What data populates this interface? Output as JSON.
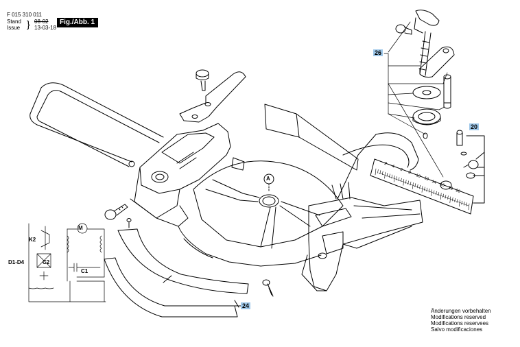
{
  "header": {
    "doc_number": "F 015 310 011",
    "stand_label": "Stand",
    "issue_label": "Issue",
    "stand_value": "08-02",
    "issue_value": "13-03-18",
    "fig_label": "Fig./Abb. 1"
  },
  "callouts": {
    "c26": "26",
    "c20": "20",
    "c24": "24",
    "detail_a": "A"
  },
  "scale_numbers": [
    "2",
    "4",
    "6",
    "8",
    "10",
    "12",
    "14",
    "16",
    "18",
    "20"
  ],
  "circuit_labels": {
    "k2": "K2",
    "d1d4": "D1-D4",
    "c2": "C2",
    "c1": "C1",
    "motor": "M"
  },
  "notes": [
    "Änderungen vorbehalten",
    "Modifications reserved",
    "Modifications reservees",
    "Salvo modificaciones"
  ],
  "colors": {
    "line": "#000000",
    "callout_bg": "#9fc8ea",
    "fig_bg": "#000000"
  }
}
